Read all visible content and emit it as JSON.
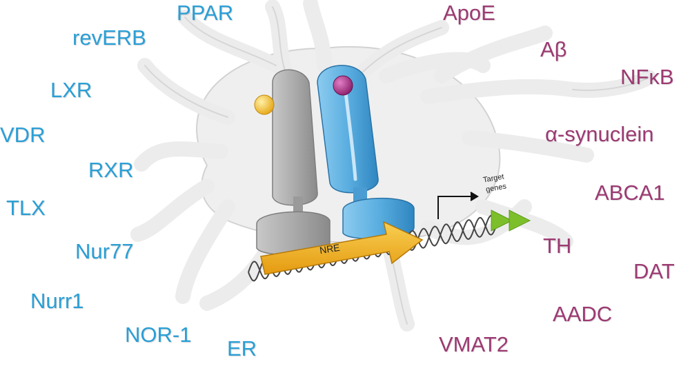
{
  "receptors": [
    {
      "id": "ppar",
      "label": "PPAR"
    },
    {
      "id": "reverb",
      "label": "revERB"
    },
    {
      "id": "lxr",
      "label": "LXR"
    },
    {
      "id": "vdr",
      "label": "VDR"
    },
    {
      "id": "rxr",
      "label": "RXR"
    },
    {
      "id": "tlx",
      "label": "TLX"
    },
    {
      "id": "nur77",
      "label": "Nur77"
    },
    {
      "id": "nurr1",
      "label": "Nurr1"
    },
    {
      "id": "nor1",
      "label": "NOR-1"
    },
    {
      "id": "er",
      "label": "ER"
    }
  ],
  "targets": [
    {
      "id": "apoe",
      "label": "ApoE"
    },
    {
      "id": "abeta",
      "label": "Aβ"
    },
    {
      "id": "nfkb",
      "label": "NFκB"
    },
    {
      "id": "asyn",
      "label": "α-synuclein"
    },
    {
      "id": "abca1",
      "label": "ABCA1"
    },
    {
      "id": "th",
      "label": "TH"
    },
    {
      "id": "dat",
      "label": "DAT"
    },
    {
      "id": "aadc",
      "label": "AADC"
    },
    {
      "id": "vmat2",
      "label": "VMAT2"
    }
  ],
  "diagram": {
    "nre_label": "NRE",
    "target_genes_line1": "Target",
    "target_genes_line2": "genes"
  },
  "colors": {
    "receptor_text": "#2a9fd6",
    "target_text": "#9c3a72",
    "cell_fill": "#efefef",
    "grey_receptor": "#a9a9a9",
    "blue_receptor": "#5aaee0",
    "nre_arrow": "#f2b01e",
    "ligand_yellow": "#f5c542",
    "ligand_magenta": "#b0338a",
    "green_arrow": "#7cbf2a"
  }
}
